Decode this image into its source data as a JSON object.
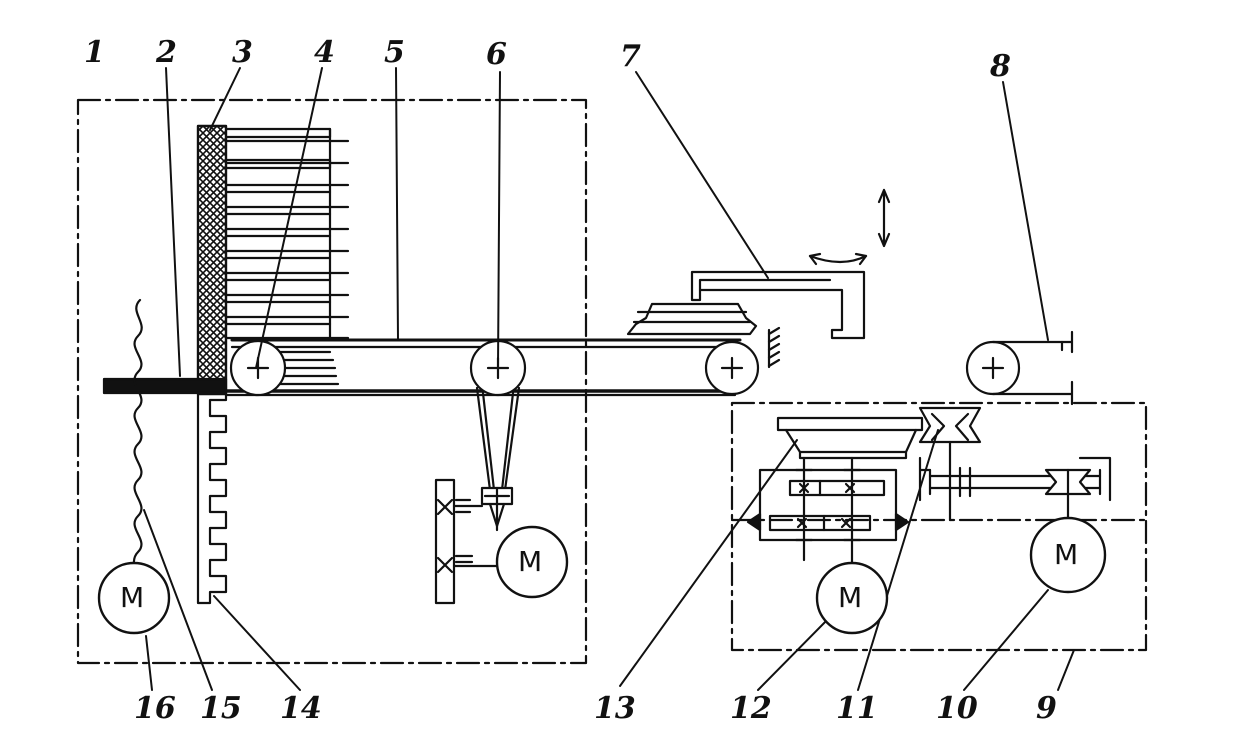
{
  "labels": {
    "l1": "1",
    "l2": "2",
    "l3": "3",
    "l4": "4",
    "l5": "5",
    "l6": "6",
    "l7": "7",
    "l8": "8",
    "l9": "9",
    "l10": "10",
    "l11": "11",
    "l12": "12",
    "l13": "13",
    "l14": "14",
    "l15": "15",
    "l16": "16"
  },
  "motor_symbol": "M",
  "pulley_symbol": "+",
  "colors": {
    "ink": "#111111",
    "paper": "#ffffff"
  }
}
